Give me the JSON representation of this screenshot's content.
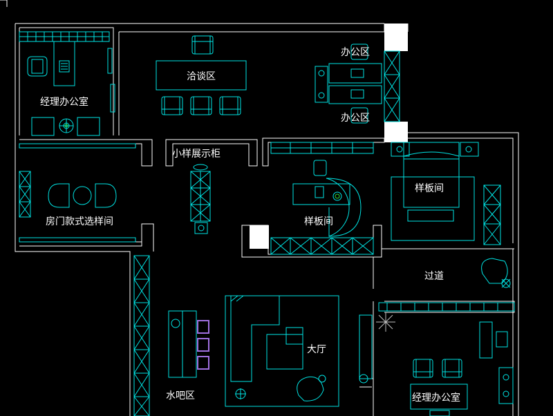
{
  "drawing": {
    "colors": {
      "background": "#000000",
      "wall": "#ffffff",
      "furniture": "#00e5e5",
      "accent_green": "#33dd33",
      "accent_purple": "#a070e0",
      "block_fill": "#ffffff"
    },
    "labels": {
      "manager_office_top": "经理办公室",
      "negotiation_area": "洽谈区",
      "office_area_upper": "办公区",
      "office_area_lower": "办公区",
      "small_display_cabinet": "小样展示柜",
      "door_sample_room": "房门款式选样间",
      "sample_room_center": "样板间",
      "sample_room_right": "样板间",
      "corridor": "过道",
      "lobby": "大厅",
      "water_bar": "水吧区",
      "manager_office_bottom": "经理办公室"
    }
  }
}
